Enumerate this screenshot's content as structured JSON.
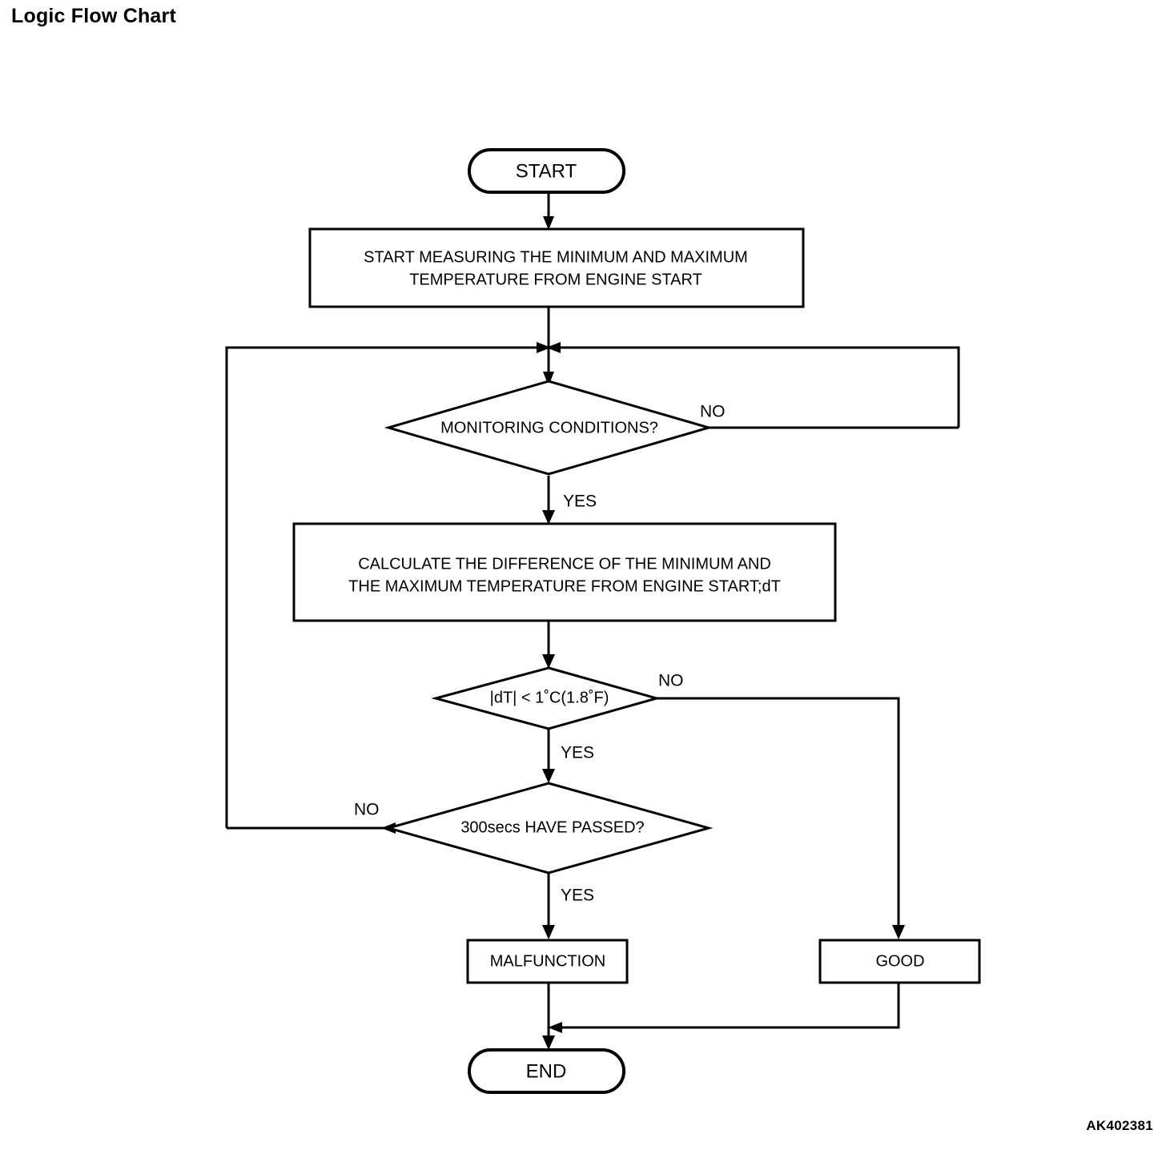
{
  "page": {
    "title": "Logic Flow Chart",
    "reference_code": "AK402381",
    "background_color": "#ffffff",
    "line_color": "#000000"
  },
  "chart_data": {
    "type": "diagram",
    "title": "Logic Flow Chart",
    "nodes": [
      {
        "id": "start",
        "shape": "terminator",
        "text": "START"
      },
      {
        "id": "measure",
        "shape": "process",
        "text_line1": "START MEASURING THE MINIMUM AND MAXIMUM",
        "text_line2": "TEMPERATURE FROM ENGINE START"
      },
      {
        "id": "monitoring",
        "shape": "decision",
        "text": "MONITORING CONDITIONS?"
      },
      {
        "id": "calculate",
        "shape": "process",
        "text_line1": "CALCULATE THE DIFFERENCE OF THE MINIMUM AND",
        "text_line2": "THE MAXIMUM TEMPERATURE FROM ENGINE START;dT"
      },
      {
        "id": "dt-check",
        "shape": "decision",
        "text": "|dT| < 1˚C(1.8˚F)"
      },
      {
        "id": "time-check",
        "shape": "decision",
        "text": "300secs HAVE PASSED?"
      },
      {
        "id": "malfunction",
        "shape": "process",
        "text": "MALFUNCTION"
      },
      {
        "id": "good",
        "shape": "process",
        "text": "GOOD"
      },
      {
        "id": "end",
        "shape": "terminator",
        "text": "END"
      }
    ],
    "edges": [
      {
        "from": "start",
        "to": "measure",
        "label": ""
      },
      {
        "from": "measure",
        "to": "monitoring",
        "label": ""
      },
      {
        "from": "monitoring",
        "to": "calculate",
        "label": "YES"
      },
      {
        "from": "monitoring",
        "to": "monitoring",
        "label": "NO"
      },
      {
        "from": "calculate",
        "to": "dt-check",
        "label": ""
      },
      {
        "from": "dt-check",
        "to": "time-check",
        "label": "YES"
      },
      {
        "from": "dt-check",
        "to": "good",
        "label": "NO"
      },
      {
        "from": "time-check",
        "to": "malfunction",
        "label": "YES"
      },
      {
        "from": "time-check",
        "to": "monitoring",
        "label": "NO"
      },
      {
        "from": "malfunction",
        "to": "end",
        "label": ""
      },
      {
        "from": "good",
        "to": "end",
        "label": ""
      }
    ],
    "labels": {
      "yes": "YES",
      "no": "NO"
    }
  }
}
